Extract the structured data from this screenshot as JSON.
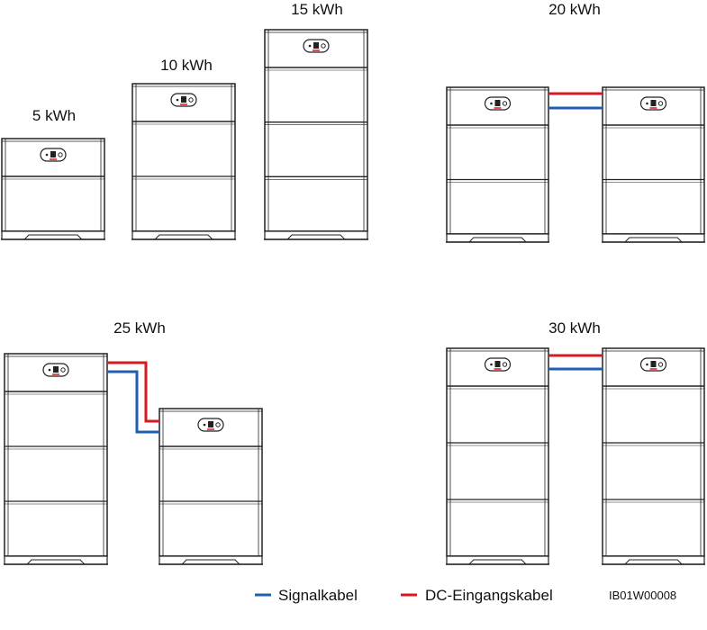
{
  "configurations": [
    {
      "id": "cfg-5",
      "label": "5 kWh",
      "stacks": [
        1
      ]
    },
    {
      "id": "cfg-10",
      "label": "10 kWh",
      "stacks": [
        2
      ]
    },
    {
      "id": "cfg-15",
      "label": "15 kWh",
      "stacks": [
        3
      ]
    },
    {
      "id": "cfg-20",
      "label": "20 kWh",
      "stacks": [
        2,
        2
      ]
    },
    {
      "id": "cfg-25",
      "label": "25 kWh",
      "stacks": [
        3,
        2
      ]
    },
    {
      "id": "cfg-30",
      "label": "30 kWh",
      "stacks": [
        3,
        3
      ]
    }
  ],
  "legend": {
    "signal_label": "Signalkabel",
    "dc_label": "DC-Eingangskabel"
  },
  "colors": {
    "signal": "#1f5fb0",
    "dc": "#d71920",
    "outline": "#222222",
    "indicator": "#d71920"
  },
  "figure_code": "IB01W00008"
}
